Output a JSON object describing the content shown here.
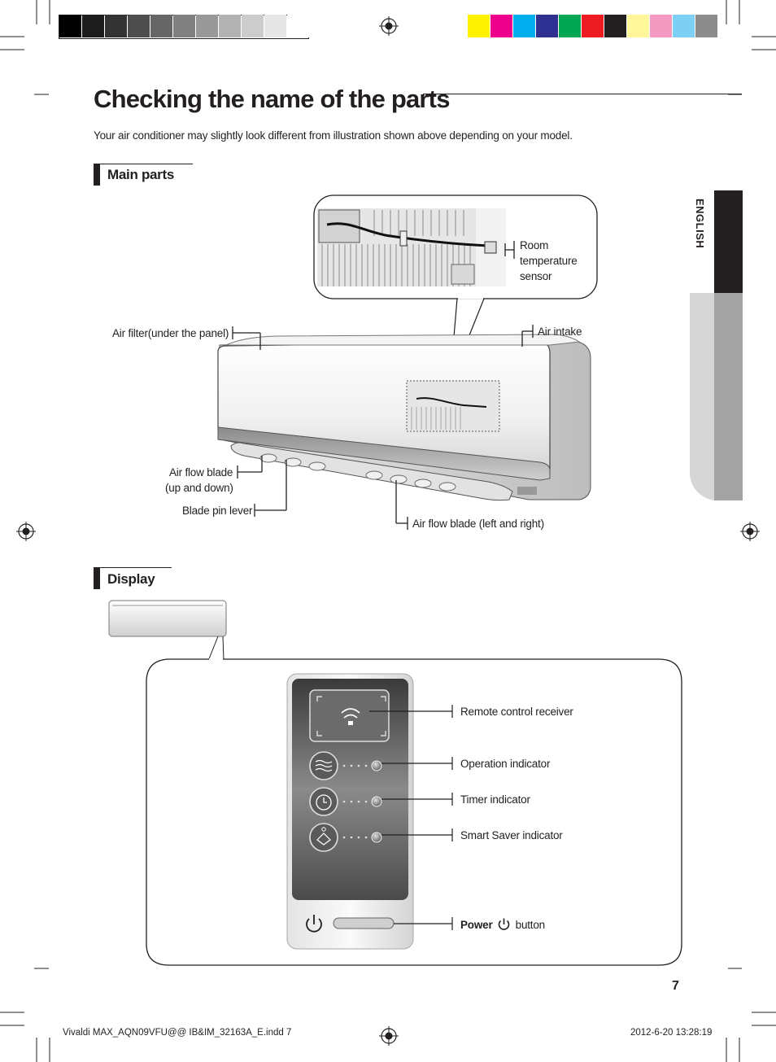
{
  "page": {
    "title": "Checking the name of the parts",
    "intro": "Your air conditioner may slightly look different from illustration shown above depending on your model.",
    "language_tab": "ENGLISH",
    "page_number": "7"
  },
  "main_parts": {
    "heading": "Main parts",
    "labels": {
      "room_sensor_1": "Room",
      "room_sensor_2": "temperature",
      "room_sensor_3": "sensor",
      "air_filter": "Air filter(under the panel)",
      "air_intake": "Air intake",
      "blade_ud_1": "Air flow blade",
      "blade_ud_2": "(up and down)",
      "blade_pin": "Blade pin lever",
      "blade_lr": "Air flow blade (left and right)"
    }
  },
  "display": {
    "heading": "Display",
    "labels": {
      "remote_receiver": "Remote control receiver",
      "operation": "Operation indicator",
      "timer": "Timer indicator",
      "smart_saver": "Smart Saver indicator",
      "power_bold": "Power",
      "power_rest": "button"
    }
  },
  "footer": {
    "file": "Vivaldi MAX_AQN09VFU@@ IB&IM_32163A_E.indd   7",
    "date": "2012-6-20   13:28:19"
  },
  "print_marks": {
    "gray_swatches": [
      "#000000",
      "#1c1c1c",
      "#333333",
      "#4d4d4d",
      "#666666",
      "#808080",
      "#999999",
      "#b3b3b3",
      "#cccccc",
      "#e6e6e6",
      "#ffffff"
    ],
    "color_swatches": [
      "#fff200",
      "#ec008c",
      "#00aeef",
      "#2e3192",
      "#00a651",
      "#ed1c24",
      "#231f20",
      "#fff799",
      "#f49ac1",
      "#7ecff4",
      "#8c8c8c"
    ]
  },
  "icons": [
    "registration-mark-icon",
    "wifi-icon",
    "airflow-icon",
    "timer-icon",
    "smart-saver-icon",
    "power-icon"
  ]
}
